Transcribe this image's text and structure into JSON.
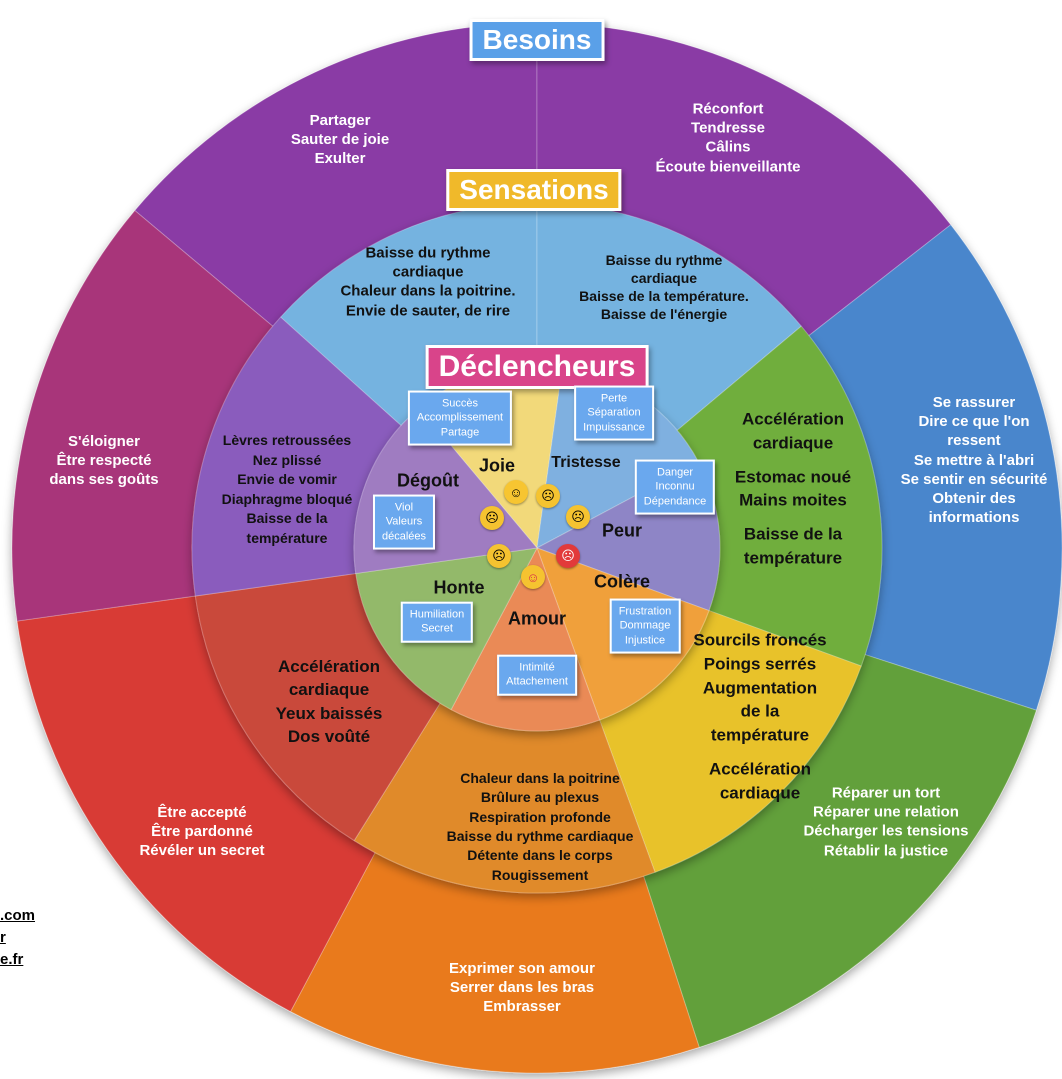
{
  "headers": {
    "besoins": "Besoins",
    "sensations": "Sensations",
    "declencheurs": "Déclencheurs"
  },
  "colors": {
    "joie": "#f2d97a",
    "tristesse": "#7fb0e0",
    "peur": "#8e85c6",
    "colere": "#f0a03a",
    "amour": "#ea8a57",
    "honte": "#93b96a",
    "degout": "#9f7cc1",
    "outer_purple": "#8a3aa5",
    "outer_blue": "#4a86cc",
    "outer_green": "#62a03a",
    "outer_orange": "#e97a1f",
    "outer_red": "#d83a34",
    "outer_magenta": "#a8367a",
    "mid_blue": "#74b3e0",
    "mid_green": "#6fae3e",
    "mid_yellow": "#e8c229",
    "mid_orange": "#e08a2c",
    "mid_red": "#c9483a",
    "mid_purple": "#8a5bbd",
    "center_blue_box": "#6aa8ee"
  },
  "besoins": {
    "joie": [
      "Partager",
      "Sauter de joie",
      "Exulter"
    ],
    "tristesse": [
      "Réconfort",
      "Tendresse",
      "Câlins",
      "Écoute bienveillante"
    ],
    "peur": [
      "Se rassurer",
      "Dire ce que l'on",
      "ressent",
      "Se mettre à l'abri",
      "Se sentir en sécurité",
      "Obtenir des",
      "informations"
    ],
    "colere": [
      "Réparer un tort",
      "Réparer une relation",
      "Décharger les tensions",
      "Rétablir la justice"
    ],
    "amour": [
      "Exprimer son amour",
      "Serrer dans les bras",
      "Embrasser"
    ],
    "honte": [
      "Être accepté",
      "Être pardonné",
      "Révéler un secret"
    ],
    "degout": [
      "S'éloigner",
      "Être respecté",
      "dans ses goûts"
    ]
  },
  "sensations": {
    "joie": [
      "Baisse du rythme",
      "cardiaque",
      "Chaleur dans la poitrine.",
      "Envie de sauter, de rire"
    ],
    "tristesse": [
      "Baisse du rythme",
      "cardiaque",
      "Baisse de la température.",
      "Baisse de l'énergie"
    ],
    "peur": [
      "Accélération",
      "cardiaque",
      "",
      "Estomac noué",
      "Mains moites",
      "",
      "Baisse de la",
      "température"
    ],
    "colere": [
      "Sourcils froncés",
      "Poings serrés",
      "Augmentation",
      "de la",
      "température",
      "",
      "Accélération",
      "cardiaque"
    ],
    "amour": [
      "Chaleur dans la poitrine",
      "Brûlure au plexus",
      "Respiration profonde",
      "Baisse du rythme cardiaque",
      "Détente dans le corps",
      "Rougissement"
    ],
    "honte": [
      "Accélération",
      "cardiaque",
      "Yeux baissés",
      "Dos voûté"
    ],
    "degout": [
      "Lèvres retroussées",
      "Nez plissé",
      "Envie de vomir",
      "Diaphragme bloqué",
      "Baisse de la",
      "température"
    ]
  },
  "emotions": {
    "joie": "Joie",
    "tristesse": "Tristesse",
    "peur": "Peur",
    "colere": "Colère",
    "amour": "Amour",
    "honte": "Honte",
    "degout": "Dégoût"
  },
  "declencheurs": {
    "joie": [
      "Succès",
      "Accomplissement",
      "Partage"
    ],
    "tristesse": [
      "Perte",
      "Séparation",
      "Impuissance"
    ],
    "peur": [
      "Danger",
      "Inconnu",
      "Dépendance"
    ],
    "colere": [
      "Frustration",
      "Dommage",
      "Injustice"
    ],
    "amour": [
      "Intimité",
      "Attachement"
    ],
    "honte": [
      "Humiliation",
      "Secret"
    ],
    "degout": [
      "Viol",
      "Valeurs",
      "décalées"
    ]
  },
  "emojis": {
    "joie": "☺",
    "tristesse": "☹",
    "peur": "☹",
    "colere": "☹",
    "amour": "☺",
    "honte": "☹",
    "degout": "☹"
  },
  "links": [
    ".com",
    "r",
    "e.fr"
  ]
}
